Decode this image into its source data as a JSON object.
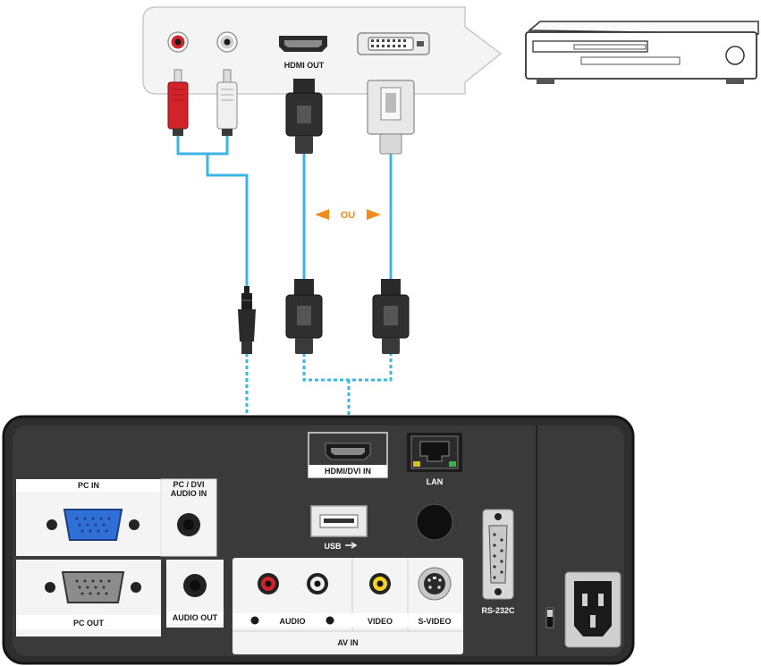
{
  "source_device": {
    "ports": {
      "hdmi_out": "HDMI OUT"
    }
  },
  "connection": {
    "or_text": "OU"
  },
  "projector_panel": {
    "pc_in": "PC IN",
    "pc_dvi_audio_in_line1": "PC / DVI",
    "pc_dvi_audio_in_line2": "AUDIO IN",
    "pc_out": "PC OUT",
    "audio_out": "AUDIO OUT",
    "hdmi_dvi_in": "HDMI/DVI IN",
    "lan": "LAN",
    "usb": "USB",
    "audio": "AUDIO",
    "video": "VIDEO",
    "s_video": "S-VIDEO",
    "av_in": "AV IN",
    "rs232c": "RS-232C"
  },
  "colors": {
    "cable_blue": "#3cb4e6",
    "arrow_orange": "#f08c1e",
    "panel_dark": "#2e2e2e",
    "rca_red": "#d2232a",
    "rca_white": "#e8e8e8",
    "rca_yellow": "#f2d21e",
    "vga_blue": "#2f6fd6"
  }
}
